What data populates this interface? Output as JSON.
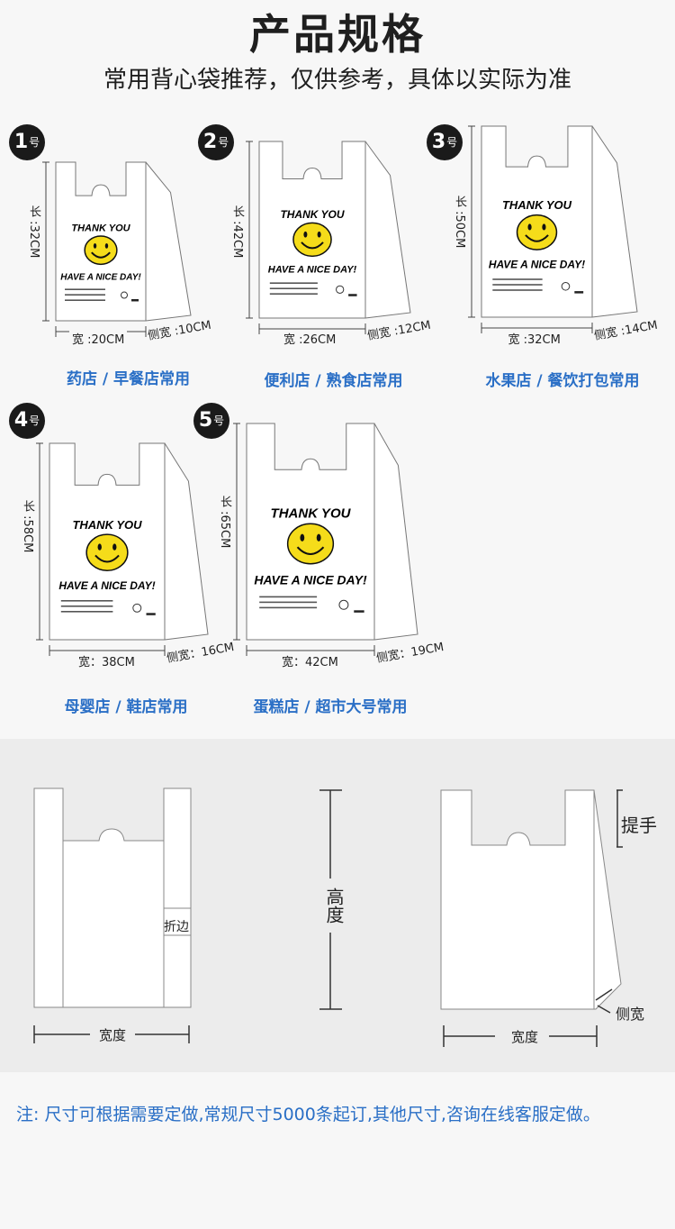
{
  "header": {
    "title": "产品规格",
    "subtitle": "常用背心袋推荐，仅供参考，具体以实际为准"
  },
  "bags": [
    {
      "number": "1",
      "suffix": "号",
      "length": "长 :32CM",
      "width": "宽 :20CM",
      "side": "侧宽 :10CM",
      "use": "药店 / 早餐店常用"
    },
    {
      "number": "2",
      "suffix": "号",
      "length": "长 :42CM",
      "width": "宽 :26CM",
      "side": "侧宽 :12CM",
      "use": "便利店 / 熟食店常用"
    },
    {
      "number": "3",
      "suffix": "号",
      "length": "长 :50CM",
      "width": "宽 :32CM",
      "side": "侧宽 :14CM",
      "use": "水果店 / 餐饮打包常用"
    },
    {
      "number": "4",
      "suffix": "号",
      "length": "长 :58CM",
      "width": "宽：38CM",
      "side": "侧宽：16CM",
      "use": "母婴店 / 鞋店常用"
    },
    {
      "number": "5",
      "suffix": "号",
      "length": "长 :65CM",
      "width": "宽：42CM",
      "side": "侧宽：19CM",
      "use": "蛋糕店 / 超市大号常用"
    }
  ],
  "bag_print": {
    "line1": "THANK YOU",
    "line2": "HAVE A NICE DAY!",
    "smiley_color": "#f5dc1a"
  },
  "diagram": {
    "fold": "折边",
    "width": "宽度",
    "height": "高度",
    "handle": "提手",
    "side_width": "侧宽",
    "side_width2": "宽度"
  },
  "note": "注: 尺寸可根据需要定做,常规尺寸5000条起订,其他尺寸,咨询在线客服定做。",
  "colors": {
    "accent_blue": "#2a6fc6",
    "badge": "#1a1a1a"
  }
}
